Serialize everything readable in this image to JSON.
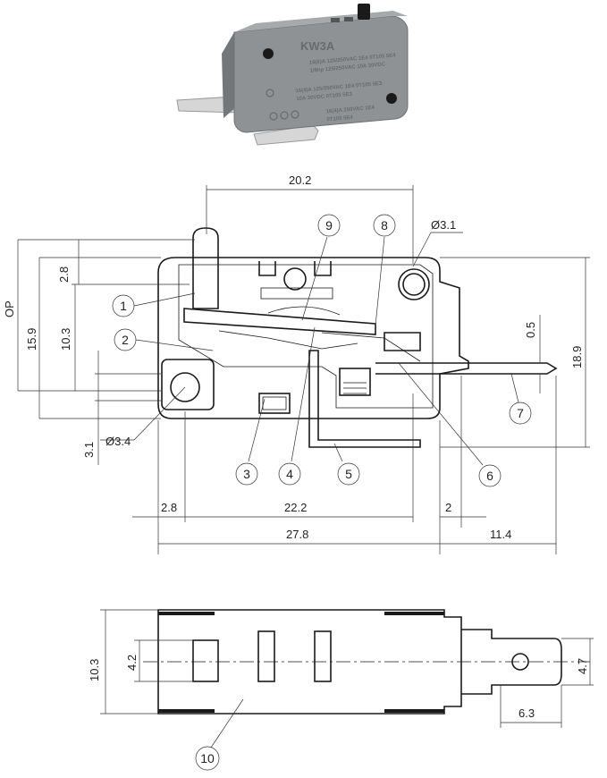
{
  "product": {
    "model_label": "KW3A",
    "marking_lines": [
      "16(6)A 125/250VAC 1E4 0T105 5E4",
      "1/8hp 125/250VAC 10A 30VDC",
      "16(4)A 125/250VAC 1E4 0T105 5E3",
      "10A 30VDC 0T105 5E3",
      "16(4)A 250VAC 1E4",
      "0T105 5E4"
    ],
    "body_color": "#8f9294",
    "metal_color": "#d6d6d6",
    "actuator_color": "#1a1a1a"
  },
  "front_view": {
    "dimensions": {
      "top_width": "20.2",
      "hole_top": "Ø3.1",
      "op_label": "OP",
      "op_height": "15.9",
      "inner_height": "10.3",
      "actuator_offset": "2.8",
      "terminal_offset": "0.5",
      "body_height": "18.9",
      "left_hole_offset": "3.1",
      "left_hole": "Ø3.4",
      "left_margin": "2.8",
      "hole_spacing": "22.2",
      "right_gap": "2",
      "body_length": "27.8",
      "terminal_length": "11.4"
    },
    "callouts": [
      "1",
      "2",
      "3",
      "4",
      "5",
      "6",
      "7",
      "8",
      "9"
    ]
  },
  "bottom_view": {
    "dimensions": {
      "body_width": "10.3",
      "slot_width": "4.2",
      "terminal_width": "4.7",
      "terminal_length": "6.3"
    },
    "callouts": [
      "10"
    ]
  }
}
